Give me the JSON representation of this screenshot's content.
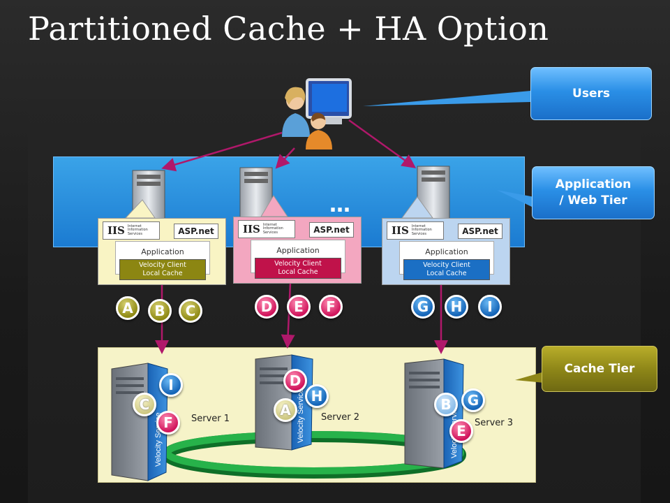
{
  "title": "Partitioned Cache  + HA Option",
  "ellipsis": "…",
  "callouts": {
    "users": "Users",
    "app_tier_line1": "Application",
    "app_tier_line2": "/ Web Tier",
    "cache_tier": "Cache Tier"
  },
  "app_servers": [
    {
      "iis": "IIS",
      "iis_sub": "Internet Information Services",
      "asp": "ASP.net",
      "app": "Application",
      "vc_line1": "Velocity Client",
      "vc_line2": "Local Cache"
    },
    {
      "iis": "IIS",
      "iis_sub": "Internet Information Services",
      "asp": "ASP.net",
      "app": "Application",
      "vc_line1": "Velocity Client",
      "vc_line2": "Local Cache"
    },
    {
      "iis": "IIS",
      "iis_sub": "Internet Information Services",
      "asp": "ASP.net",
      "app": "Application",
      "vc_line1": "Velocity Client",
      "vc_line2": "Local Cache"
    }
  ],
  "partition_groups": [
    [
      "A",
      "B",
      "C"
    ],
    [
      "D",
      "E",
      "F"
    ],
    [
      "G",
      "H",
      "I"
    ]
  ],
  "cache_servers": [
    {
      "label": "Server 1",
      "vertical_text": "Velocity Service",
      "primary": [
        "I",
        "F"
      ],
      "secondary": [
        "C"
      ]
    },
    {
      "label": "Server 2",
      "vertical_text": "Velocity Service",
      "primary": [
        "D",
        "H"
      ],
      "secondary": [
        "A"
      ]
    },
    {
      "label": "Server 3",
      "vertical_text": "Velocity Service",
      "primary": [
        "G",
        "E"
      ],
      "secondary": [
        "B"
      ]
    }
  ],
  "colors": {
    "olive": "#8f8a15",
    "pink": "#d0155c",
    "blue": "#1565b8",
    "arrow": "#b0186a",
    "ring": "#1f9a3c"
  }
}
